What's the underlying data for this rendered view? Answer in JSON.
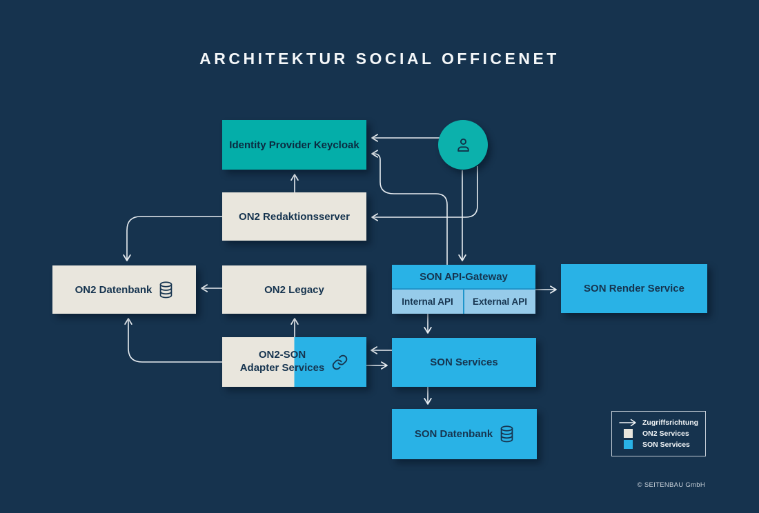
{
  "title": "ARCHITEKTUR SOCIAL OFFICENET",
  "copyright": "© SEITENBAU GmbH",
  "colors": {
    "background": "#16334E",
    "teal": "#04AEA9",
    "cream": "#E9E6DD",
    "blue": "#29B2E6",
    "light_blue": "#96CBEA",
    "connector": "#E8EDF1",
    "text_dark": "#16344F"
  },
  "nodes": {
    "keycloak": {
      "label": "Identity Provider Keycloak"
    },
    "user": {
      "icon": "user-icon"
    },
    "redaktionsserver": {
      "label": "ON2 Redaktionsserver"
    },
    "on2_datenbank": {
      "label": "ON2 Datenbank",
      "icon": "database-icon"
    },
    "on2_legacy": {
      "label": "ON2 Legacy"
    },
    "api_gateway": {
      "label": "SON API-Gateway",
      "internal": "Internal API",
      "external": "External API"
    },
    "render_service": {
      "label": "SON Render Service"
    },
    "adapter": {
      "label_line1": "ON2-SON",
      "label_line2": "Adapter Services",
      "icon": "link-icon"
    },
    "son_services": {
      "label": "SON Services"
    },
    "son_datenbank": {
      "label": "SON Datenbank",
      "icon": "database-icon"
    }
  },
  "edges": [
    {
      "id": "user-to-keycloak",
      "from": "user",
      "to": "identity-provider-keycloak"
    },
    {
      "id": "api-gateway-to-keycloak",
      "from": "son-api-gateway",
      "to": "identity-provider-keycloak"
    },
    {
      "id": "user-to-api-gateway",
      "from": "user",
      "to": "son-api-gateway"
    },
    {
      "id": "user-to-redaktionsserver",
      "from": "user",
      "to": "on2-redaktionsserver"
    },
    {
      "id": "redaktionsserver-to-keycloak",
      "from": "on2-redaktionsserver",
      "to": "identity-provider-keycloak"
    },
    {
      "id": "redaktionsserver-to-on2-datenbank",
      "from": "on2-redaktionsserver",
      "to": "on2-datenbank"
    },
    {
      "id": "on2-legacy-to-on2-datenbank",
      "from": "on2-legacy",
      "to": "on2-datenbank"
    },
    {
      "id": "adapter-to-on2-legacy",
      "from": "on2-son-adapter-services",
      "to": "on2-legacy"
    },
    {
      "id": "adapter-to-on2-datenbank",
      "from": "on2-son-adapter-services",
      "to": "on2-datenbank"
    },
    {
      "id": "son-services-to-adapter",
      "from": "son-services",
      "to": "on2-son-adapter-services"
    },
    {
      "id": "adapter-to-son-services",
      "from": "on2-son-adapter-services",
      "to": "son-services"
    },
    {
      "id": "api-gateway-to-render-service",
      "from": "son-api-gateway",
      "to": "son-render-service"
    },
    {
      "id": "api-gateway-to-son-services",
      "from": "son-api-gateway",
      "to": "son-services"
    },
    {
      "id": "son-services-to-son-datenbank",
      "from": "son-services",
      "to": "son-datenbank"
    }
  ],
  "legend": {
    "items": [
      {
        "icon": "arrow-icon",
        "label": "Zugriffsrichtung"
      },
      {
        "swatch": "cream",
        "label": "ON2 Services"
      },
      {
        "swatch": "blue",
        "label": "SON Services"
      }
    ]
  }
}
